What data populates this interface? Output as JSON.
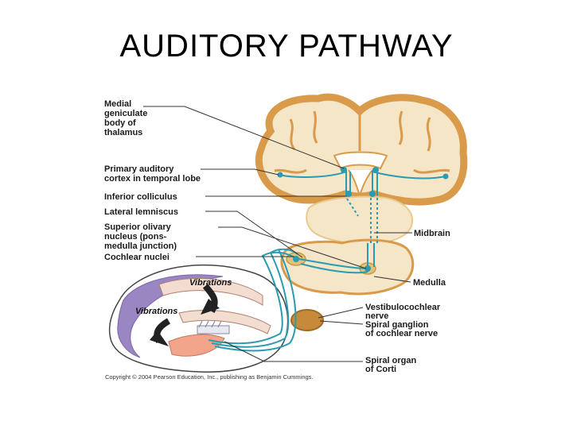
{
  "title": "AUDITORY PATHWAY",
  "labels_left": {
    "medial_geniculate": [
      "Medial",
      "geniculate",
      "body of",
      "thalamus"
    ],
    "primary_auditory_cortex": [
      "Primary auditory",
      "cortex in temporal lobe"
    ],
    "inferior_colliculus": [
      "Inferior colliculus"
    ],
    "lateral_lemniscus": [
      "Lateral lemniscus"
    ],
    "superior_olivary": [
      "Superior olivary",
      "nucleus (pons-",
      "medulla junction)"
    ],
    "cochlear_nuclei": [
      "Cochlear nuclei"
    ]
  },
  "labels_right": {
    "midbrain": [
      "Midbrain"
    ],
    "medulla": [
      "Medulla"
    ],
    "vestibulocochlear": [
      "Vestibulocochlear",
      "nerve"
    ],
    "spiral_ganglion": [
      "Spiral ganglion",
      "of cochlear nerve"
    ],
    "spiral_organ": [
      "Spiral organ",
      "of Corti"
    ]
  },
  "vibration_labels": [
    "Vibrations",
    "Vibrations"
  ],
  "copyright": "Copyright © 2004 Pearson Education, Inc., publishing as Benjamin Cummings.",
  "colors": {
    "tissue": "#f5e6c8",
    "tissue_edge": "#d99a4a",
    "pathway": "#2a9bb0",
    "leader": "#333333",
    "cochlea_purple": "#9a86c2",
    "cochlea_pink": "#f2a58a"
  }
}
